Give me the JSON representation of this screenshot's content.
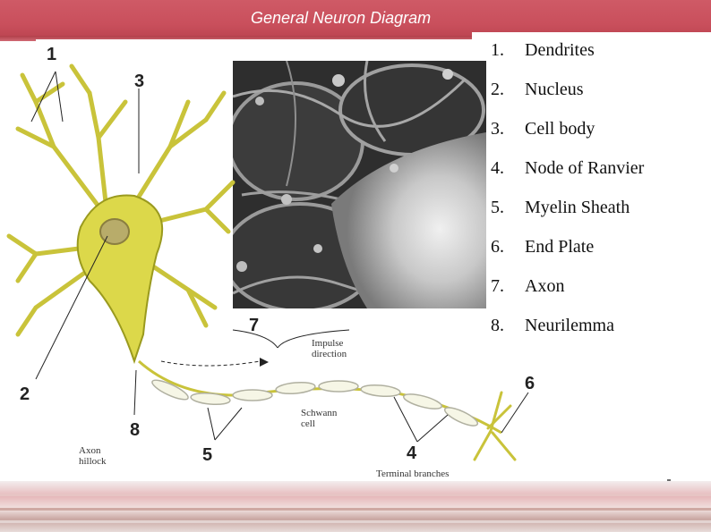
{
  "slide": {
    "title": "General Neuron Diagram"
  },
  "legend": {
    "items": [
      {
        "number": "1.",
        "label": "Dendrites"
      },
      {
        "number": "2.",
        "label": "Nucleus"
      },
      {
        "number": "3.",
        "label": "Cell body"
      },
      {
        "number": "4.",
        "label": "Node of Ranvier"
      },
      {
        "number": "5.",
        "label": "Myelin Sheath"
      },
      {
        "number": "6.",
        "label": "End Plate"
      },
      {
        "number": "7.",
        "label": "Axon"
      },
      {
        "number": "8.",
        "label": "Neurilemma"
      }
    ]
  },
  "diagram": {
    "numbers": {
      "n1": "1",
      "n2": "2",
      "n3": "3",
      "n4": "4",
      "n5": "5",
      "n6": "6",
      "n7": "7",
      "n8": "8"
    },
    "labels": {
      "impulse_line1": "Impulse",
      "impulse_line2": "direction",
      "schwann_line1": "Schwann",
      "schwann_line2": "cell",
      "axon_hillock_line1": "Axon",
      "axon_hillock_line2": "hillock",
      "terminal_branches": "Terminal branches"
    },
    "colors": {
      "neuron_fill": "#dcd84a",
      "neuron_outline": "#9a9a1e",
      "micrograph_dark": "#2a2a2a",
      "micrograph_light": "#d8d8d8"
    }
  }
}
